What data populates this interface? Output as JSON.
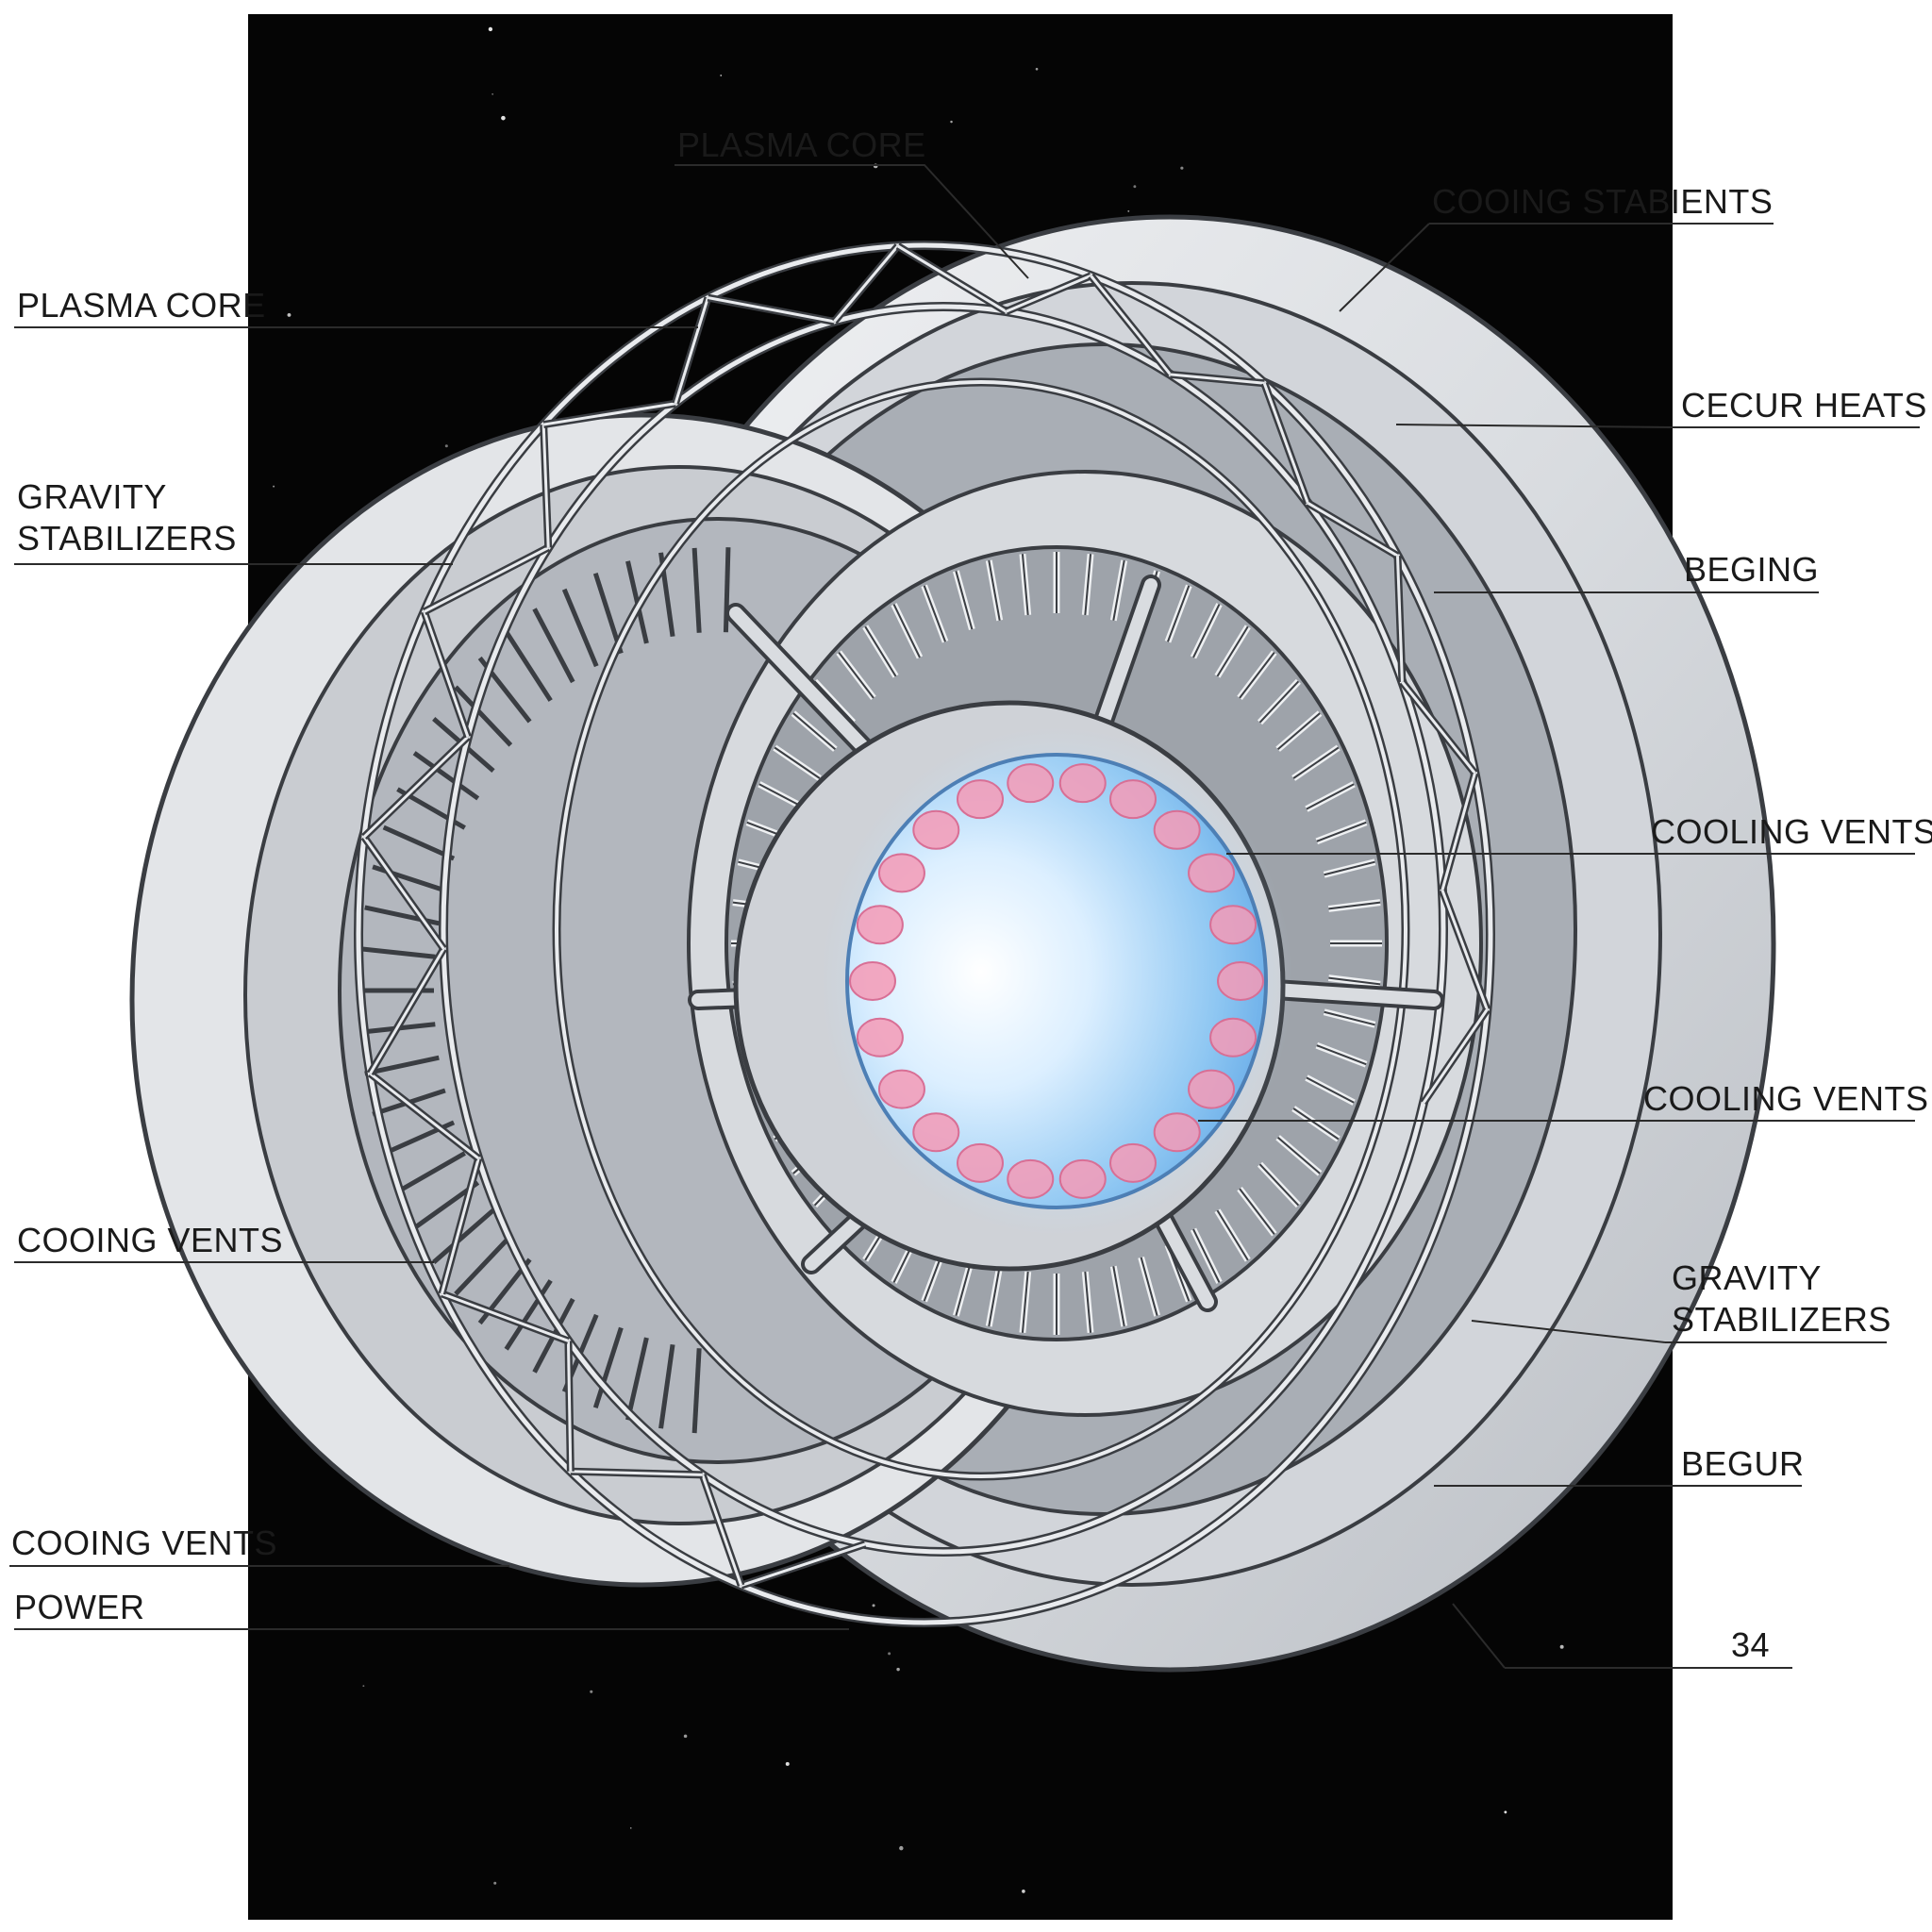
{
  "colors": {
    "background": "#ffffff",
    "space": "#050505",
    "metal_light": "#e6e8eb",
    "metal_mid": "#c3c7cd",
    "metal_dark": "#8e939a",
    "outline": "#3a3d42",
    "core_glow": "#8fc7f2",
    "core_center": "#ffffff",
    "plasma_node": "#f59ab6",
    "label_text": "#1a1a1a"
  },
  "icons": {
    "core": "glowing-plasma-sphere-icon",
    "structure": "reactor-ring-truss-icon"
  },
  "callouts": [
    {
      "id": "plasma-core-top",
      "lines": [
        "PLASMA CORE"
      ]
    },
    {
      "id": "cooing-stabients",
      "lines": [
        "COOING STABIENTS"
      ]
    },
    {
      "id": "plasma-core-left",
      "lines": [
        "PLASMA CORE"
      ]
    },
    {
      "id": "cecur-heats",
      "lines": [
        "CECUR HEATS"
      ]
    },
    {
      "id": "gravity-stabilizers-left",
      "lines": [
        "GRAVITY",
        "STABILIZERS"
      ]
    },
    {
      "id": "beging",
      "lines": [
        "BEGING"
      ]
    },
    {
      "id": "cooling-vents-upper",
      "lines": [
        "COOLING VENTS"
      ]
    },
    {
      "id": "cooling-vents-lower",
      "lines": [
        "COOLING VENTS"
      ]
    },
    {
      "id": "cooing-vents-left",
      "lines": [
        "COOING VENTS"
      ]
    },
    {
      "id": "gravity-stabilizers-right",
      "lines": [
        "GRAVITY",
        "STABILIZERS"
      ]
    },
    {
      "id": "begur",
      "lines": [
        "BEGUR"
      ]
    },
    {
      "id": "cooing-vents-bottom",
      "lines": [
        "COOING VENTS"
      ]
    },
    {
      "id": "power",
      "lines": [
        "POWER"
      ]
    },
    {
      "id": "ref-34",
      "lines": [
        "34"
      ]
    }
  ]
}
